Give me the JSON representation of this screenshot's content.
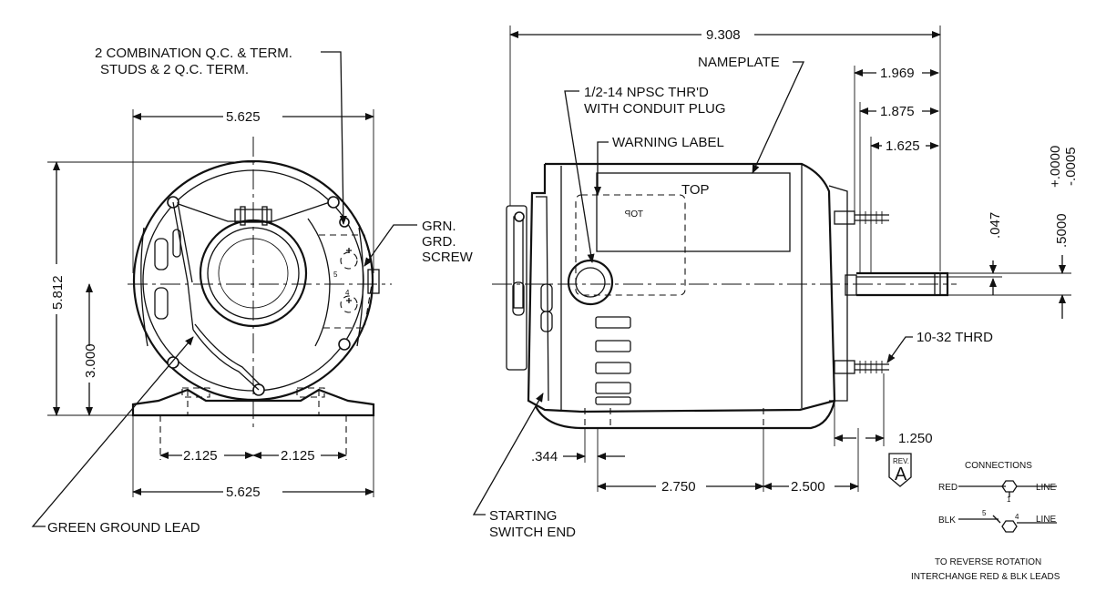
{
  "labels": {
    "studs_line1": "2 COMBINATION Q.C. & TERM.",
    "studs_line2": "STUDS & 2 Q.C. TERM.",
    "grn_line1": "GRN.",
    "grn_line2": "GRD.",
    "grn_line3": "SCREW",
    "green_ground_lead": "GREEN GROUND LEAD",
    "nameplate": "NAMEPLATE",
    "conduit_line1": "1/2-14 NPSC THR'D",
    "conduit_line2": "WITH CONDUIT PLUG",
    "warning_label": "WARNING LABEL",
    "top": "TOP",
    "top_mirrored": "TOP",
    "thread": "10-32 THRD",
    "starting_line1": "STARTING",
    "starting_line2": "SWITCH END"
  },
  "dimensions": {
    "front_width_top": "5.625",
    "front_height": "5.812",
    "front_center_height": "3.000",
    "front_half_left": "2.125",
    "front_half_right": "2.125",
    "front_width_bottom": "5.625",
    "terminal_5": "5",
    "terminal_4": "4",
    "overall_length": "9.308",
    "d_1969": "1.969",
    "d_1875": "1.875",
    "d_1625": "1.625",
    "shaft_tol_plus": "+.0000",
    "shaft_tol_minus": "-.0005",
    "shaft_dia": ".5000",
    "flat": ".047",
    "d_344": ".344",
    "d_2750": "2.750",
    "d_2500": "2.500",
    "d_1250": "1.250"
  },
  "rev": {
    "title": "REV.",
    "letter": "A"
  },
  "connections": {
    "title": "CONNECTIONS",
    "red": "RED",
    "blk": "BLK",
    "line1": "LINE",
    "line2": "LINE",
    "t1": "1",
    "t5": "5",
    "t4": "4",
    "note_line1": "TO REVERSE ROTATION",
    "note_line2": "INTERCHANGE RED & BLK LEADS"
  }
}
